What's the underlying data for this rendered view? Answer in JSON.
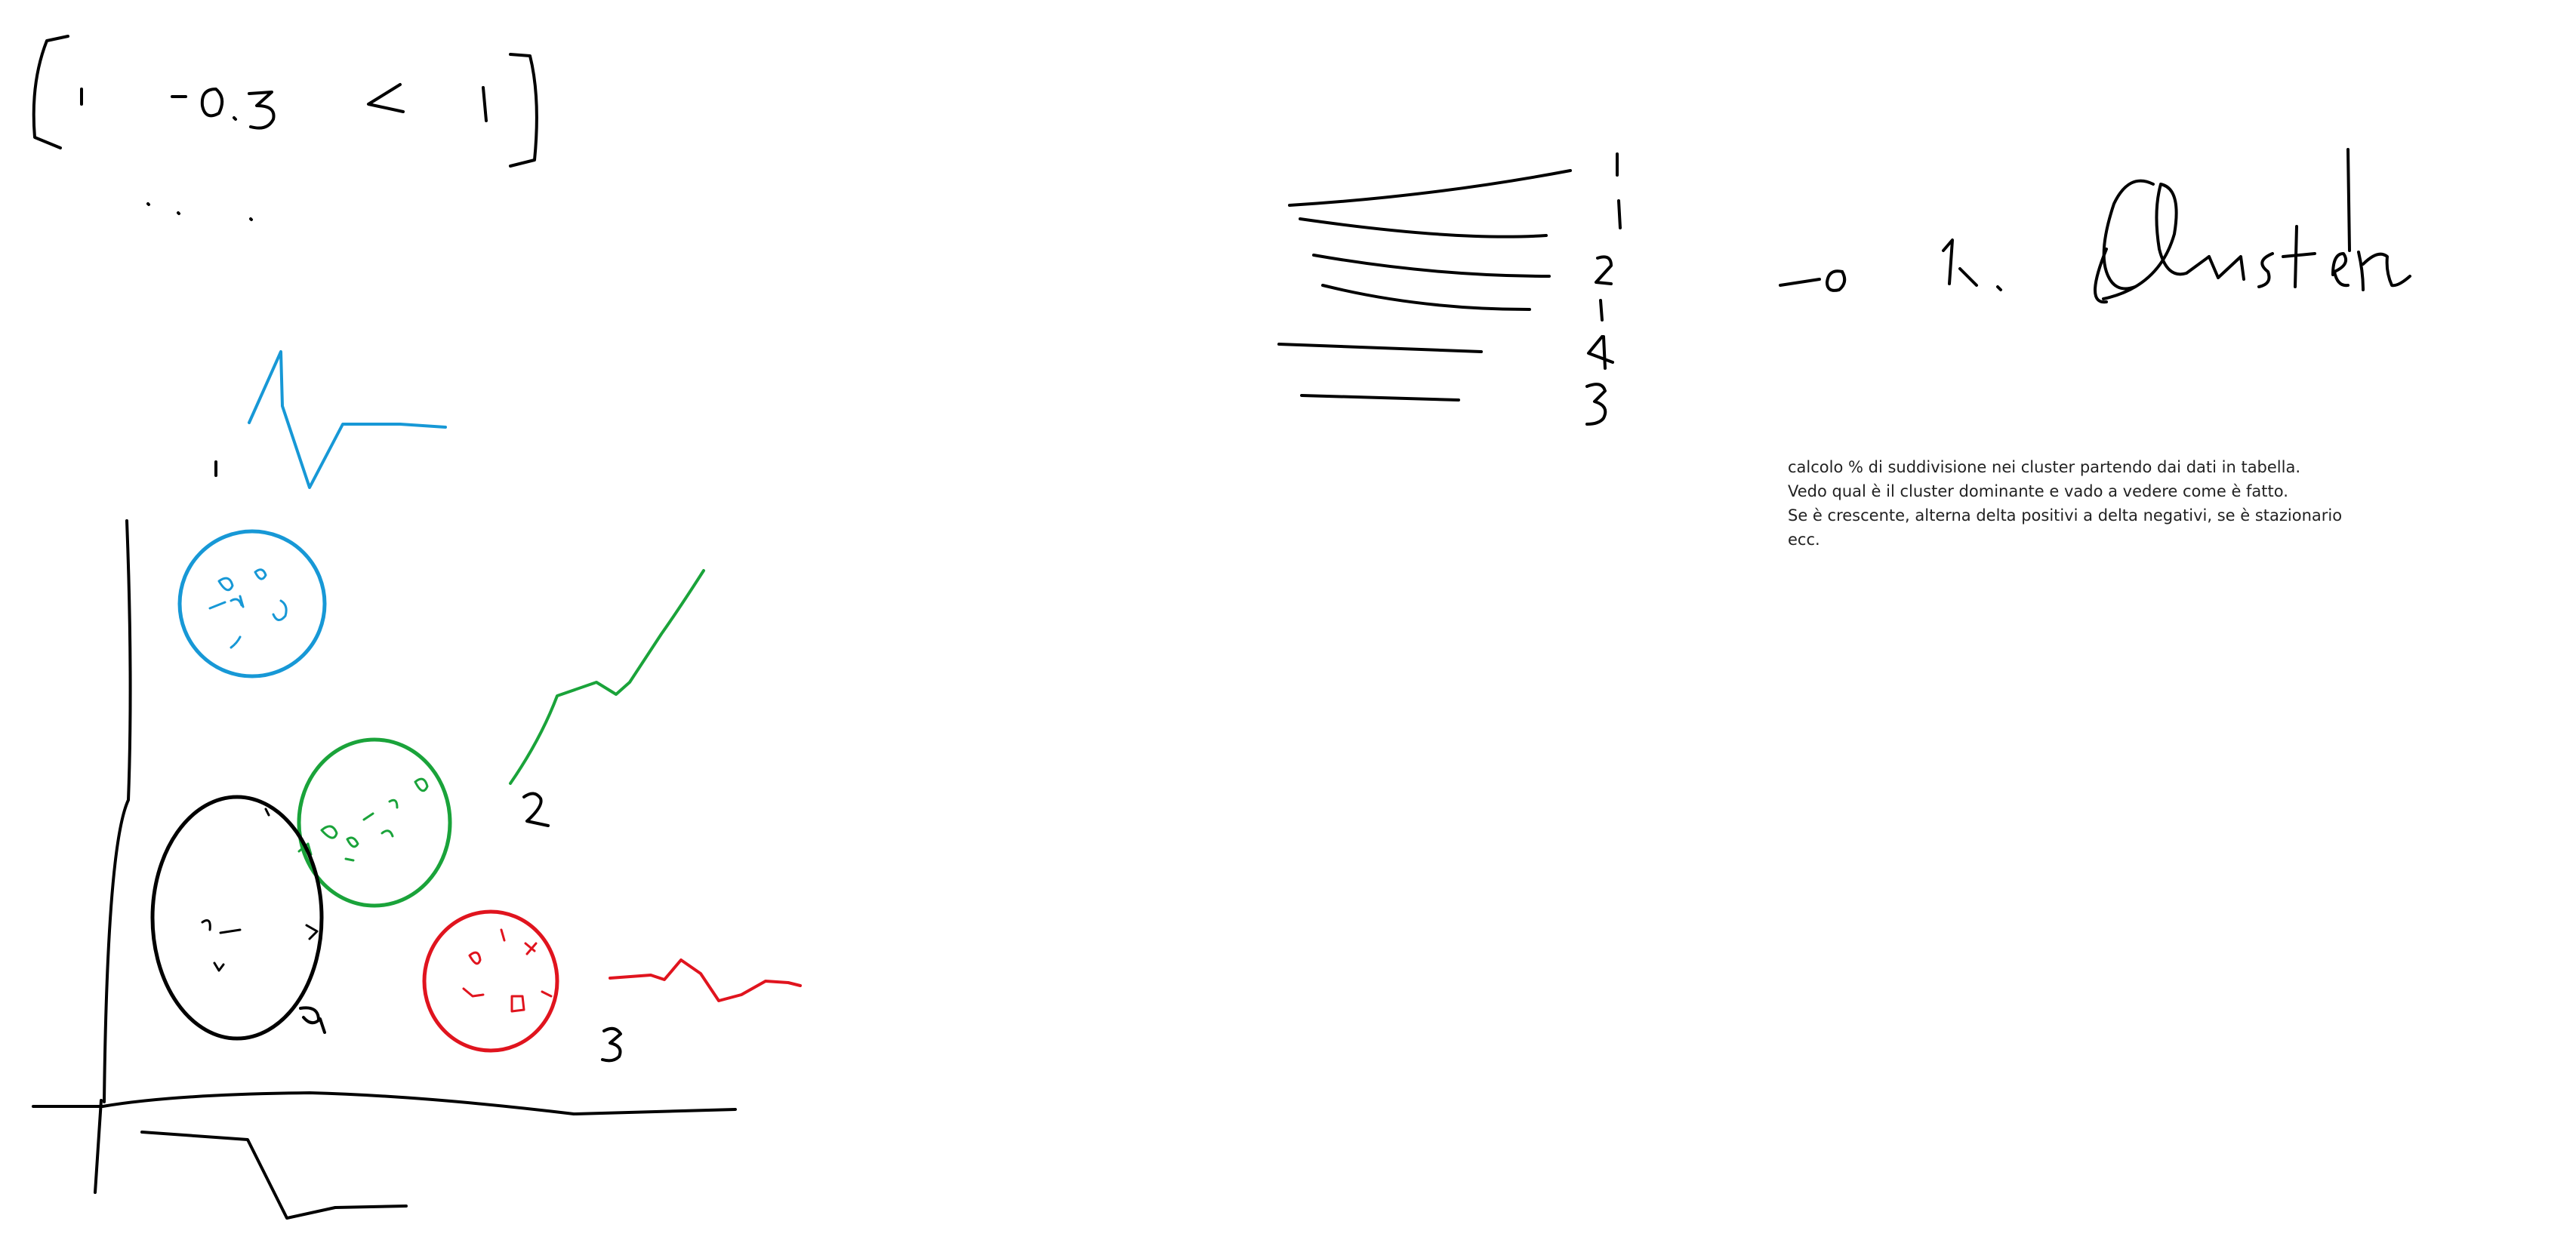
{
  "colors": {
    "ink_black": "#000000",
    "cluster_1": "#1798d6",
    "cluster_2": "#1aa33a",
    "cluster_3": "#e0141e",
    "text": "#222222"
  },
  "annotation": {
    "lines": [
      "calcolo % di suddivisione nei cluster partendo dai dati in tabella.",
      "Vedo qual è il cluster dominante e vado a vedere come è fatto.",
      "Se è crescente, alterna delta positivi a delta negativi, se è stazionario",
      "ecc."
    ]
  }
}
